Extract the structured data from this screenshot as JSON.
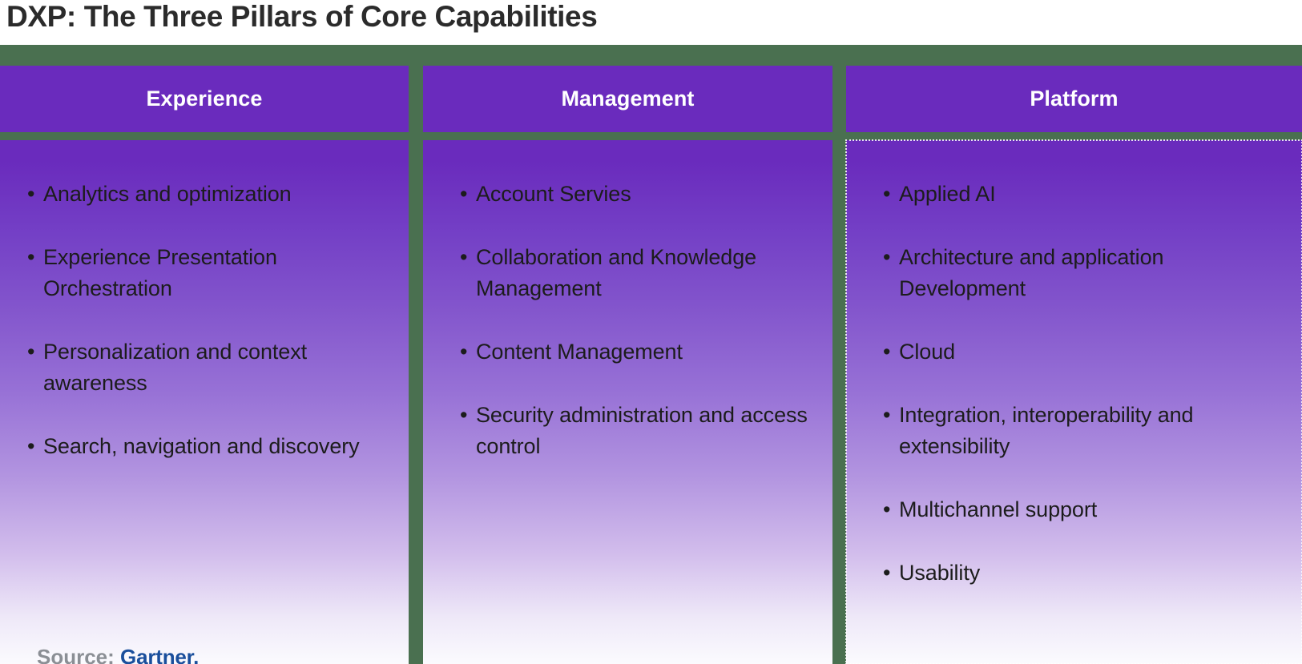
{
  "title": {
    "lead": "DXP:",
    "rest": " The Three Pillars of Core Capabilities",
    "full": "DXP: The Three Pillars of Core Capabilities"
  },
  "colors": {
    "background_green": "#4a7050",
    "header_purple": "#6a2bbd",
    "panel_gradient_top": "#6a2bbd",
    "panel_gradient_bottom": "#fbfbfe",
    "bullet_text": "#1c1c1c",
    "title_text": "#2b2b2b",
    "source_label": "#8b8f95",
    "source_brand": "#1a4f9c"
  },
  "columns": [
    {
      "header": "Experience",
      "items": [
        "Analytics and optimization",
        "Experience Presentation Orchestration",
        "Personalization and context awareness",
        "Search, navigation and discovery"
      ]
    },
    {
      "header": "Management",
      "items": [
        "Account Servies",
        "Collaboration and Knowledge Management",
        "Content Management",
        "Security administration and access control"
      ]
    },
    {
      "header": "Platform",
      "items": [
        "Applied AI",
        "Architecture and application Development",
        "Cloud",
        "Integration, interoperability and extensibility",
        "Multichannel support",
        "Usability"
      ]
    }
  ],
  "source": {
    "label": "Source:",
    "brand": "Gartner."
  },
  "bullet_glyph": "•"
}
